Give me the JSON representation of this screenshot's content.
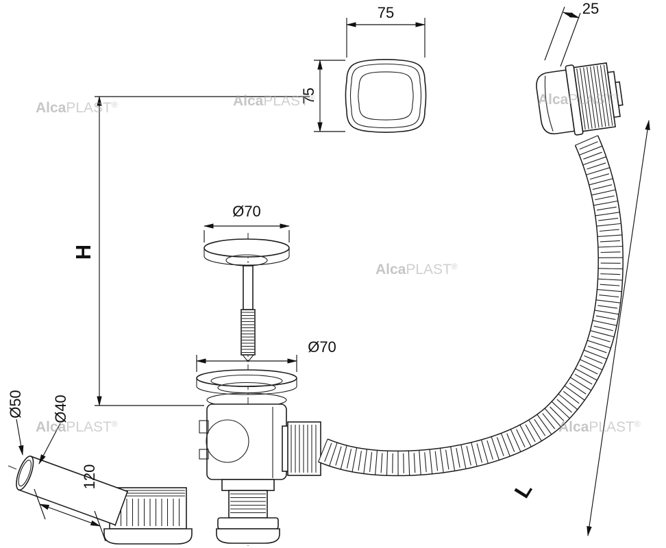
{
  "drawing": {
    "title": "bath waste and overflow set dimensional drawing",
    "dimensions": {
      "knob_width": "75",
      "knob_height": "75",
      "overflow_depth": "25",
      "plug_diameter": "Ø70",
      "strainer_diameter": "Ø70",
      "elbow_outer_diameter": "Ø50",
      "elbow_bore_diameter": "Ø40",
      "elbow_length": "120",
      "height_symbol": "H",
      "hose_length_symbol": "L"
    },
    "watermark": {
      "alca": "Alca",
      "plast": "PLAST",
      "reg": "®"
    },
    "colors": {
      "line": "#1c1c1c",
      "watermark": "#a0a0a0",
      "background": "#ffffff"
    }
  }
}
